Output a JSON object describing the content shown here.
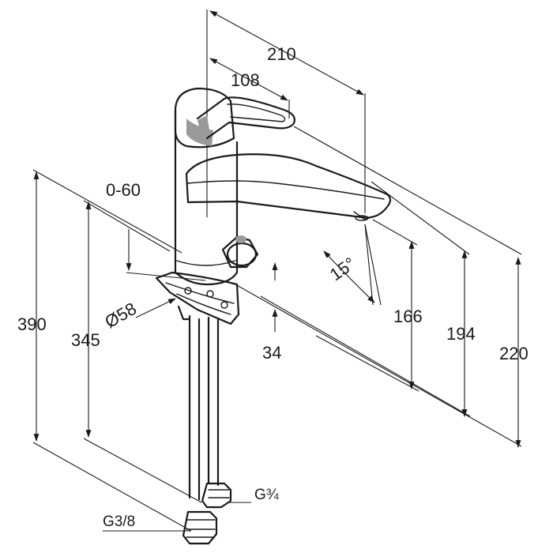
{
  "dimensions": {
    "reach_total": "210",
    "reach_lever": "108",
    "height_total": "390",
    "height_to_base": "345",
    "base_diameter": "Ø58",
    "deck_thickness": "0-60",
    "base_height": "34",
    "swivel_angle": "15°",
    "spout_height": "166",
    "spout_top_height": "194",
    "overall_height": "220",
    "hose_thread_large": "G¾",
    "hose_thread_small": "G3/8"
  }
}
